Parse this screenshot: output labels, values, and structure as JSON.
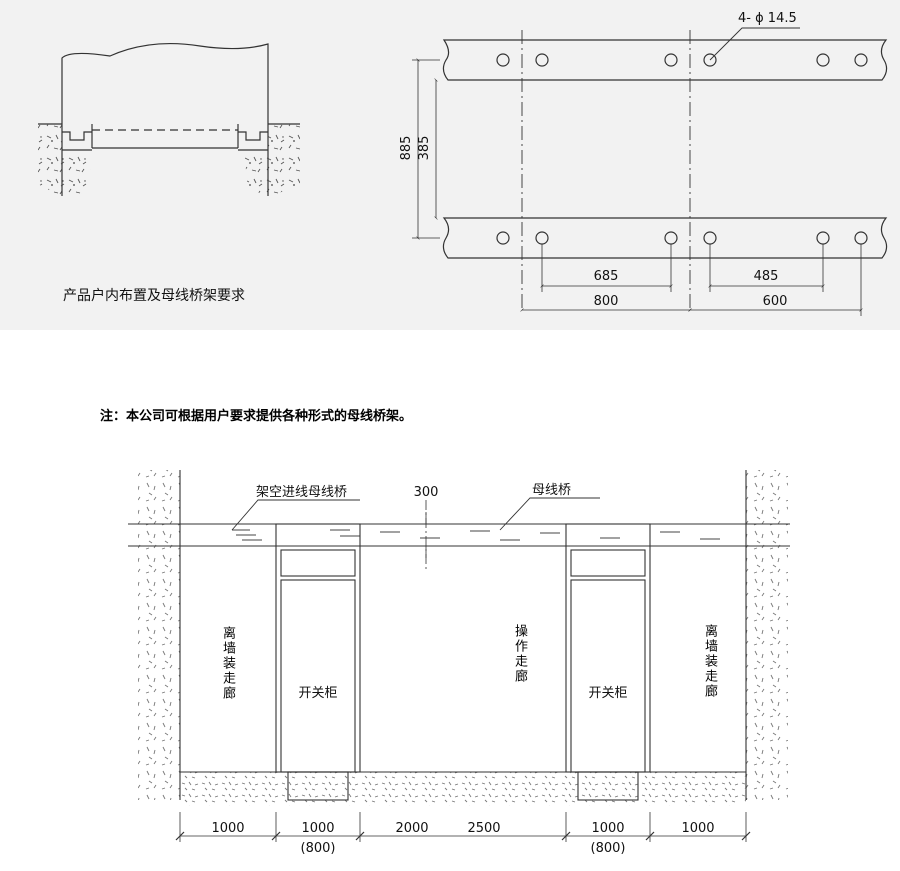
{
  "top": {
    "caption": "产品户内布置及母线桥架要求",
    "hole_label": "4- ϕ 14.5",
    "dim_885": "885",
    "dim_385": "385",
    "dim_685": "685",
    "dim_485": "485",
    "dim_800": "800",
    "dim_600": "600"
  },
  "note": "注：本公司可根据用户要求提供各种形式的母线桥架。",
  "bottom": {
    "label_overhead_bridge": "架空进线母线桥",
    "label_300": "300",
    "label_busbar_bridge": "母线桥",
    "left_corridor": "离墙装走廊",
    "operation_corridor": "操作走廊",
    "right_corridor": "离墙装走廊",
    "switchgear_left": "开关柜",
    "switchgear_right": "开关柜",
    "dims": [
      "1000",
      "1000",
      "2000",
      "2500",
      "1000",
      "1000"
    ],
    "dim_alt_left": "(800)",
    "dim_alt_right": "(800)"
  }
}
